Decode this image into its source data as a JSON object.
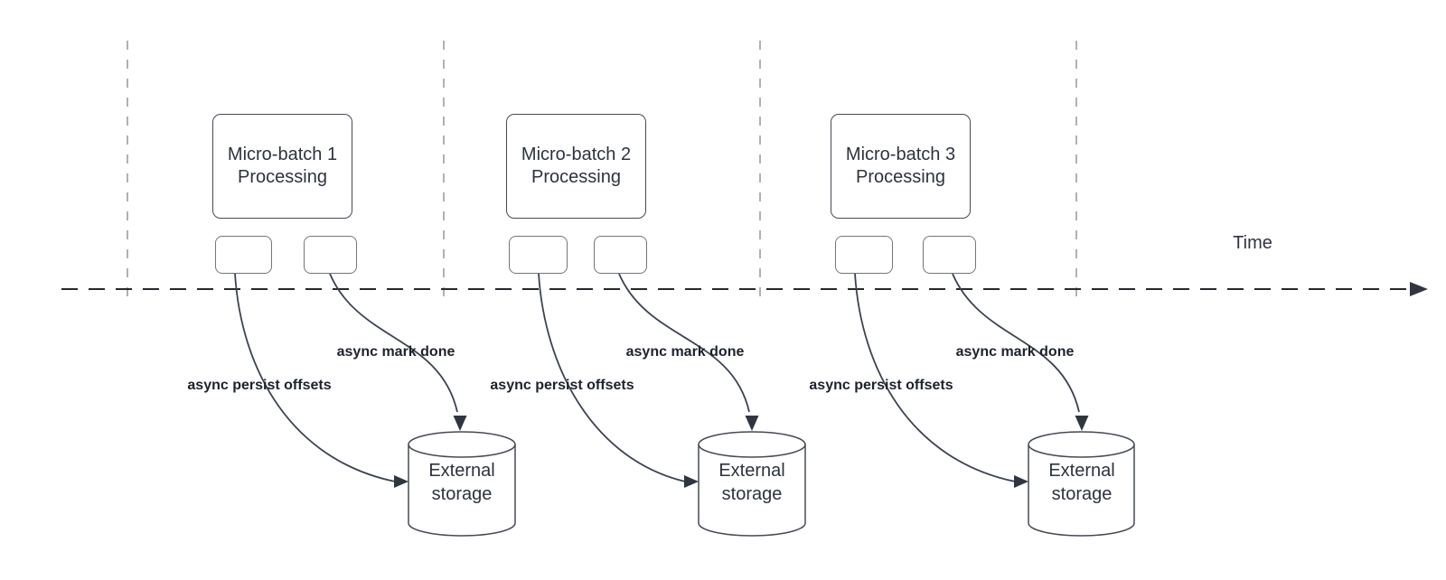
{
  "diagram": {
    "time_axis_label": "Time",
    "batches": [
      {
        "title": "Micro-batch 1\nProcessing",
        "persist_label": "async persist offsets",
        "mark_label": "async mark done",
        "storage_label": "External\nstorage"
      },
      {
        "title": "Micro-batch 2\nProcessing",
        "persist_label": "async persist offsets",
        "mark_label": "async mark done",
        "storage_label": "External\nstorage"
      },
      {
        "title": "Micro-batch 3\nProcessing",
        "persist_label": "async persist offsets",
        "mark_label": "async mark done",
        "storage_label": "External\nstorage"
      }
    ],
    "colors": {
      "background": "#ffffff",
      "shape_stroke": "#454b54",
      "small_box_stroke": "#71767d",
      "curve_stroke": "#3c4350",
      "timeline_stroke": "#26282d",
      "gridline_stroke": "#b1b1b1",
      "shape_text": "#2d333e",
      "label_text": "#1d222c"
    }
  }
}
